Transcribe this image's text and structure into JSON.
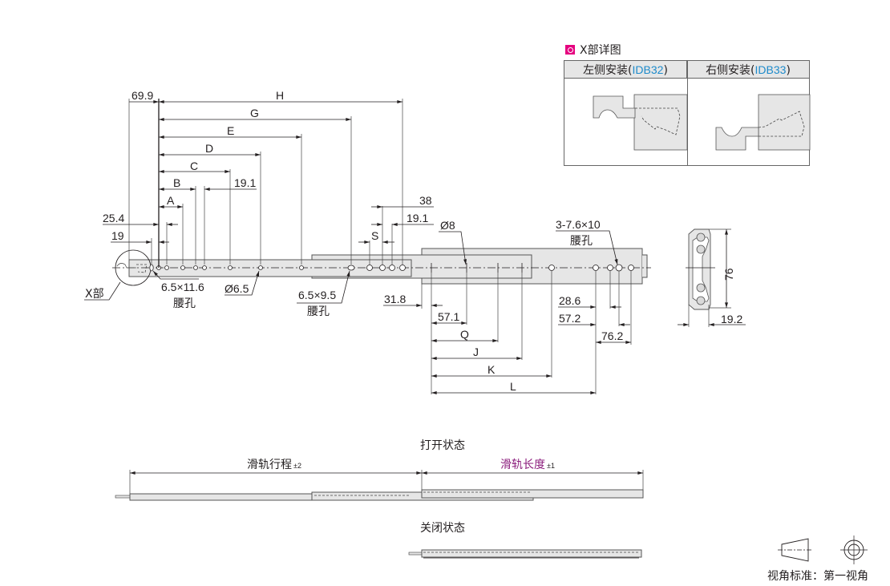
{
  "detail": {
    "title": "X部详图",
    "marker_color": "#e5007f",
    "left": {
      "label": "左侧安装(",
      "code": "IDB32",
      "suffix": ")"
    },
    "right": {
      "label": "右侧安装(",
      "code": "IDB33",
      "suffix": ")"
    },
    "code_color": "#1e8bcb"
  },
  "top_view": {
    "dims_top": {
      "offset_69_9": "69.9",
      "H": "H",
      "G": "G",
      "E": "E",
      "D": "D",
      "C": "C",
      "B": "B",
      "pitch_19_1": "19.1",
      "A": "A",
      "offset_25_4": "25.4",
      "offset_19": "19",
      "d38": "38",
      "d19_1b": "19.1",
      "S": "S"
    },
    "callouts": {
      "slot1_size": "6.5×11.6",
      "slot1_note": "腰孔",
      "hole_dia": "Ø6.5",
      "slot2_size": "6.5×9.5",
      "slot2_note": "腰孔",
      "hole_dia8": "Ø8",
      "slot3_size": "3-7.6×10",
      "slot3_note": "腰孔",
      "x_part": "X部"
    },
    "dims_bottom": {
      "d31_8": "31.8",
      "d57_1": "57.1",
      "Q": "Q",
      "J": "J",
      "K": "K",
      "L": "L",
      "d28_6": "28.6",
      "d57_2": "57.2",
      "d76_2": "76.2"
    }
  },
  "section_view": {
    "height": "76",
    "width": "19.2"
  },
  "open_state": {
    "title": "打开状态",
    "travel_label": "滑轨行程",
    "travel_tol": "±2",
    "length_label": "滑轨长度",
    "length_tol": "±1",
    "length_color": "#8b1c7c"
  },
  "closed_state": {
    "title": "关闭状态"
  },
  "projection": {
    "label": "视角标准：第一视角"
  }
}
